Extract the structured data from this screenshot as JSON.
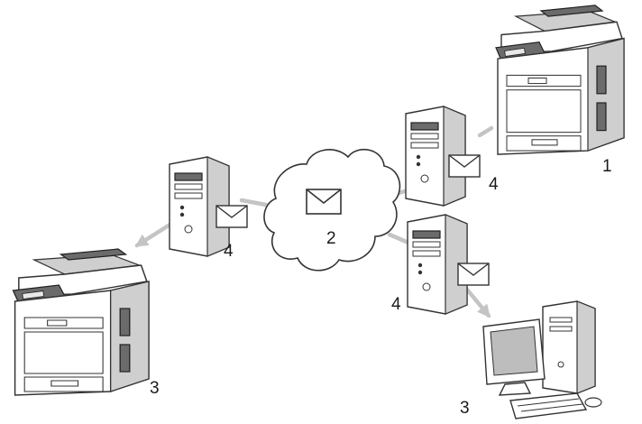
{
  "labels": {
    "sender_device": "1",
    "internet": "2",
    "receiver_mfc": "3",
    "receiver_pc": "3",
    "server_sender": "4",
    "server_receiver_mfc": "4",
    "server_receiver_pc": "4"
  },
  "colors": {
    "arrow": "#c4c4c4",
    "line": "#333333",
    "device_gray": "#cfcfcf",
    "device_dark": "#6b6b6b"
  }
}
